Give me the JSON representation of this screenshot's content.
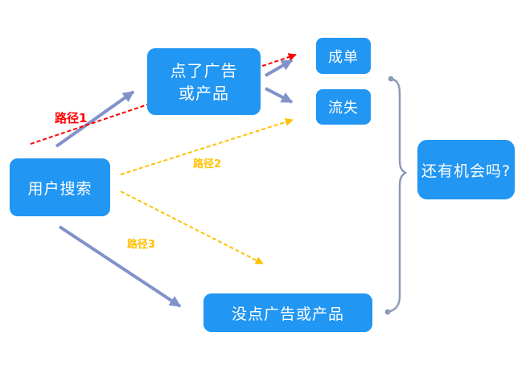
{
  "diagram": {
    "nodes": {
      "user_search": "用户搜索",
      "clicked_line1": "点了广告",
      "clicked_line2": "或产品",
      "order": "成单",
      "churn": "流失",
      "no_click": "没点广告或产品",
      "chance": "还有机会吗?"
    },
    "edge_labels": {
      "path1": "路径1",
      "path2": "路径2",
      "path3": "路径3"
    }
  },
  "colors": {
    "node_fill": "#2196f3",
    "node_text": "#ffffff",
    "blue_arrow": "#8191ca",
    "red_arrow": "#fe0000",
    "yellow_arrow": "#ffc000",
    "brace": "#8b9ab5"
  }
}
